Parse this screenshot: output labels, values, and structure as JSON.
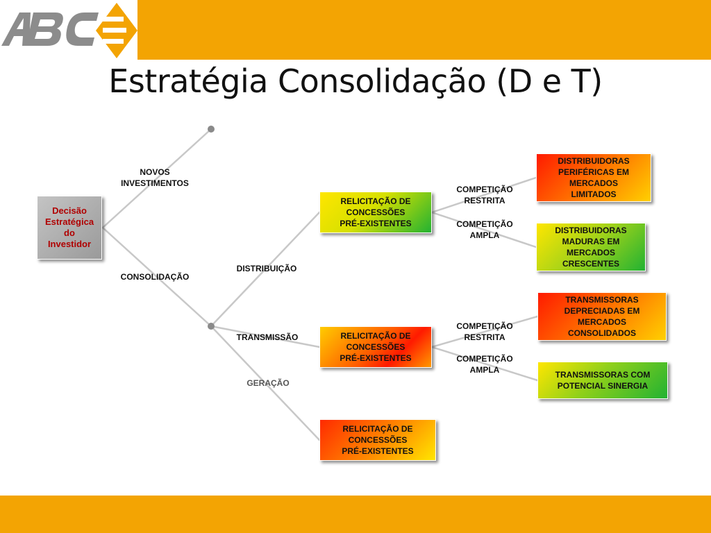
{
  "colors": {
    "brand_orange": "#f3a403",
    "decision_fill": "#a8a8a8",
    "line": "#c8c8c8",
    "red_mix": "#ff1a00",
    "yellow_mix": "#ffe600",
    "green_mix": "#22b232"
  },
  "title": "Estratégia Consolidação (D e T)",
  "decision_box": "Decisão\nEstratégica\ndo\nInvestidor",
  "branches": {
    "novos": "NOVOS\nINVESTIMENTOS",
    "consolidacao": "CONSOLIDAÇÃO",
    "distribuicao": "DISTRIBUIÇÃO",
    "transmissao": "TRANSMISSÃO",
    "geracao": "GERAÇÃO"
  },
  "relicitacao": {
    "dist": "RELICITAÇÃO DE\nCONCESSÕES\nPRÉ-EXISTENTES",
    "trans": "RELICITAÇÃO DE\nCONCESSÕES\nPRÉ-EXISTENTES",
    "ger": "RELICITAÇÃO DE\nCONCESSÕES\nPRÉ-EXISTENTES"
  },
  "competition": {
    "dist_restrita": "COMPETIÇÃO\nRESTRITA",
    "dist_ampla": "COMPETIÇÃO\nAMPLA",
    "trans_restrita": "COMPETIÇÃO\nRESTRITA",
    "trans_ampla": "COMPETIÇÃO\nAMPLA"
  },
  "outcomes": {
    "dist_perifericas": "DISTRIBUIDORAS\nPERIFÉRICAS EM\nMERCADOS\nLIMITADOS",
    "dist_maduras": "DISTRIBUIDORAS\nMADURAS EM\nMERCADOS\nCRESCENTES",
    "trans_depreciadas": "TRANSMISSORAS\nDEPRECIADAS EM\nMERCADOS\nCONSOLIDADOS",
    "trans_sinergia": "TRANSMISSORAS COM\nPOTENCIAL SINERGIA"
  }
}
